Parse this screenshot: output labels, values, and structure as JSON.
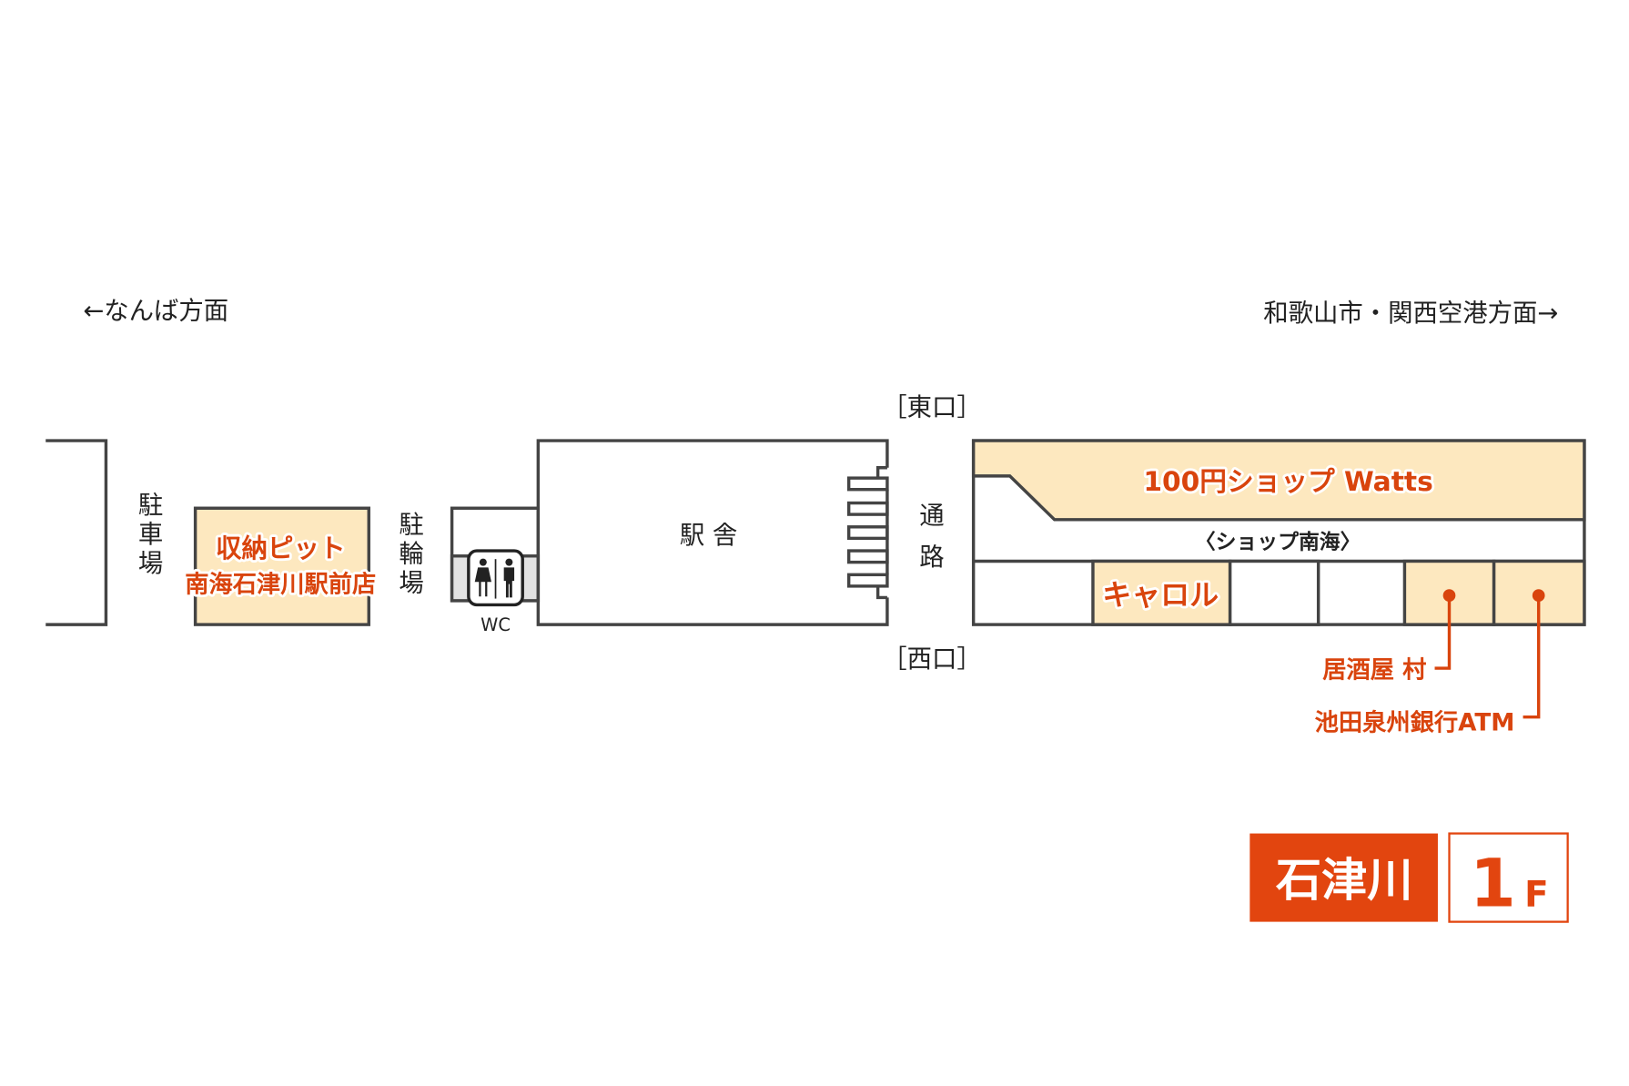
{
  "directions": {
    "left": "←なんば方面",
    "right": "和歌山市・関西空港方面→"
  },
  "exits": {
    "east": "［東口］",
    "west": "［西口］"
  },
  "areas": {
    "car_parking": [
      "駐",
      "車",
      "場"
    ],
    "bicycle_parking": [
      "駐",
      "輪",
      "場"
    ],
    "station_building": "駅 舎",
    "passage": [
      "通",
      "路"
    ],
    "wc": "WC",
    "shop_nankai": "〈ショップ南海〉"
  },
  "shops": {
    "storage": [
      "収納ピット",
      "南海石津川駅前店"
    ],
    "watts": "100円ショップ Watts",
    "carol": "キャロル",
    "izakaya": "居酒屋 村",
    "atm": "池田泉州銀行ATM"
  },
  "badge": {
    "station": "石津川",
    "floor_number": "1",
    "floor_unit": "F"
  },
  "colors": {
    "accent": "#e2450f",
    "shop_fill": "#fde8bf",
    "wall": "#444444"
  }
}
